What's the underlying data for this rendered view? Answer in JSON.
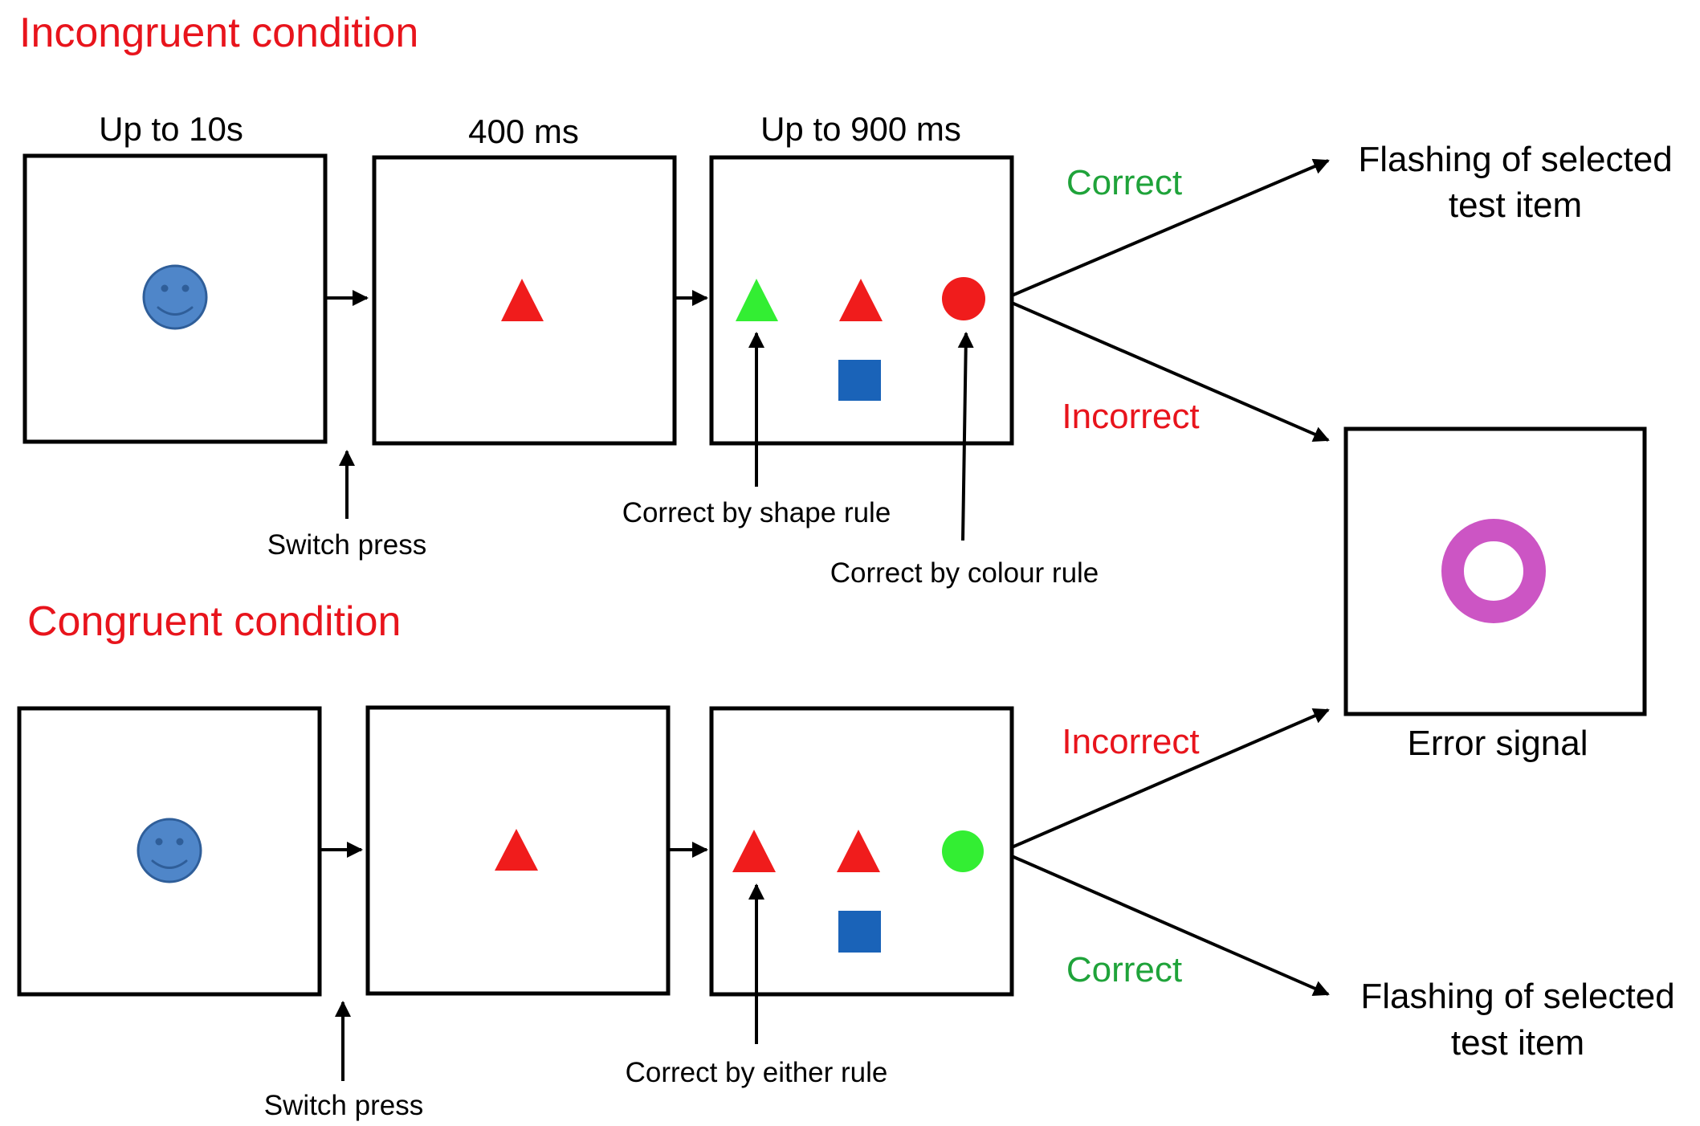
{
  "incongruent": {
    "heading": "Incongruent condition",
    "timings": [
      "Up to 10s",
      "400 ms",
      "Up to 900 ms"
    ],
    "switch_press": "Switch press",
    "correct_shape_rule": "Correct by shape rule",
    "correct_colour_rule": "Correct by colour rule",
    "correct_label": "Correct",
    "incorrect_label": "Incorrect",
    "flash_outcome": [
      "Flashing of selected",
      "test item"
    ]
  },
  "congruent": {
    "heading": "Congruent condition",
    "switch_press": "Switch press",
    "correct_either_rule": "Correct by either rule",
    "incorrect_label": "Incorrect",
    "correct_label": "Correct",
    "flash_outcome": [
      "Flashing of selected",
      "test item"
    ]
  },
  "error_signal": {
    "label": "Error signal"
  },
  "colors": {
    "heading_red": "#e8141c",
    "correct_green": "#1fa33a",
    "stimulus_red": "#f01c1c",
    "stimulus_green": "#33ee33",
    "square_blue": "#1a63b8",
    "smiley_blue": "#4f86c9",
    "ring_magenta": "#cc55c4"
  }
}
